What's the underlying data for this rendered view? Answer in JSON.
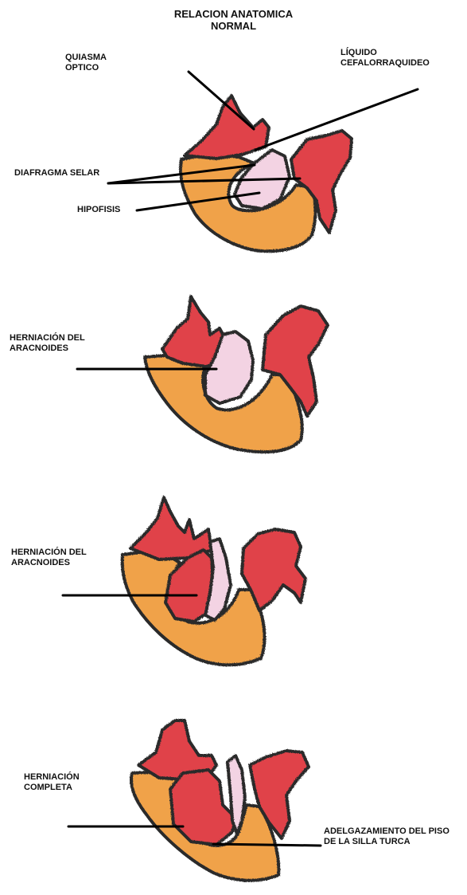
{
  "title": {
    "line1": "RELACION ANATOMICA",
    "line2": "NORMAL"
  },
  "labels": {
    "quiasma_1": "QUIASMA",
    "quiasma_2": "OPTICO",
    "liquido_1": "LÍQUIDO",
    "liquido_2": "CEFALORRAQUIDEO",
    "diafragma": "DIAFRAGMA SELAR",
    "hipofisis": "HIPOFISIS",
    "hern1_1": "HERNIACIÓN DEL",
    "hern1_2": "ARACNOIDES",
    "hern2_1": "HERNIACIÓN DEL",
    "hern2_2": "ARACNOIDES",
    "hern3_1": "HERNIACIÓN",
    "hern3_2": "COMPLETA",
    "adelg_1": "ADELGAZAMIENTO DEL PISO",
    "adelg_2": "DE LA SILLA TURCA"
  },
  "colors": {
    "bone": "#f0a24a",
    "tissue_red": "#e0424a",
    "hypophysis_pink": "#f3d3e3",
    "outline": "#2a2a2a"
  }
}
